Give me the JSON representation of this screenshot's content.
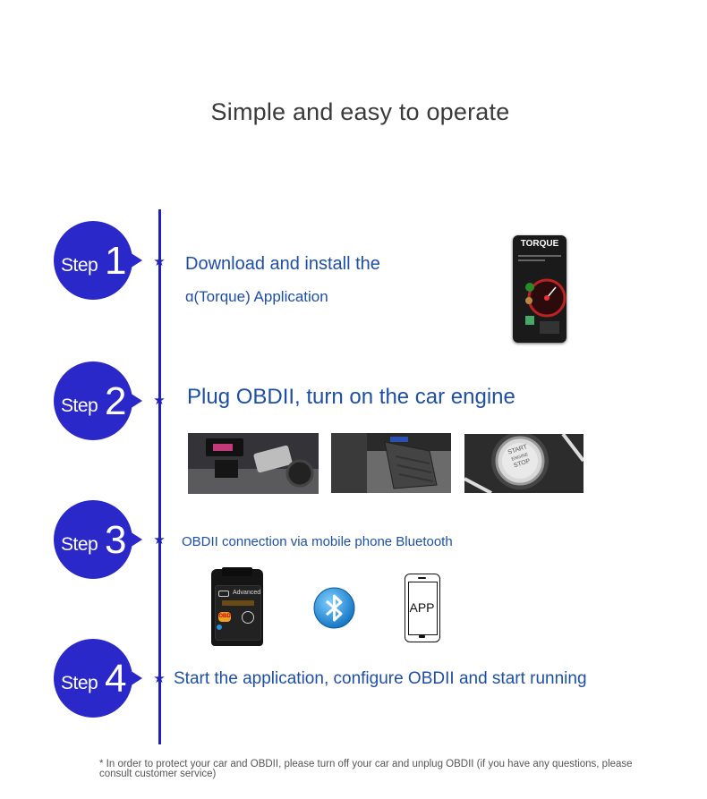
{
  "title": "Simple and easy to operate",
  "steps": [
    {
      "word": "Step",
      "num": "1",
      "line1": "Download and install the",
      "line2": "ɑ(Torque) Application"
    },
    {
      "word": "Step",
      "num": "2",
      "line1": "Plug OBDII, turn on the car engine"
    },
    {
      "word": "Step",
      "num": "3",
      "line1": "OBDII connection via mobile phone Bluetooth"
    },
    {
      "word": "Step",
      "num": "4",
      "line1": "Start the application, configure OBDII and start running"
    }
  ],
  "torque_app": {
    "name": "TORQUE"
  },
  "obd_device": {
    "label": "Advanced",
    "badge": "OBD"
  },
  "phone": {
    "label": "APP"
  },
  "start_button": {
    "line1": "START",
    "line2": "ENGINE",
    "line3": "STOP"
  },
  "footnote": "* In order to protect your car and OBDII, please turn off your car and unplug OBDII (if you have any questions, please consult customer service)",
  "colors": {
    "badge": "#2a28c8",
    "text": "#1e4fa6",
    "bluetooth": "#1b8fd6"
  }
}
